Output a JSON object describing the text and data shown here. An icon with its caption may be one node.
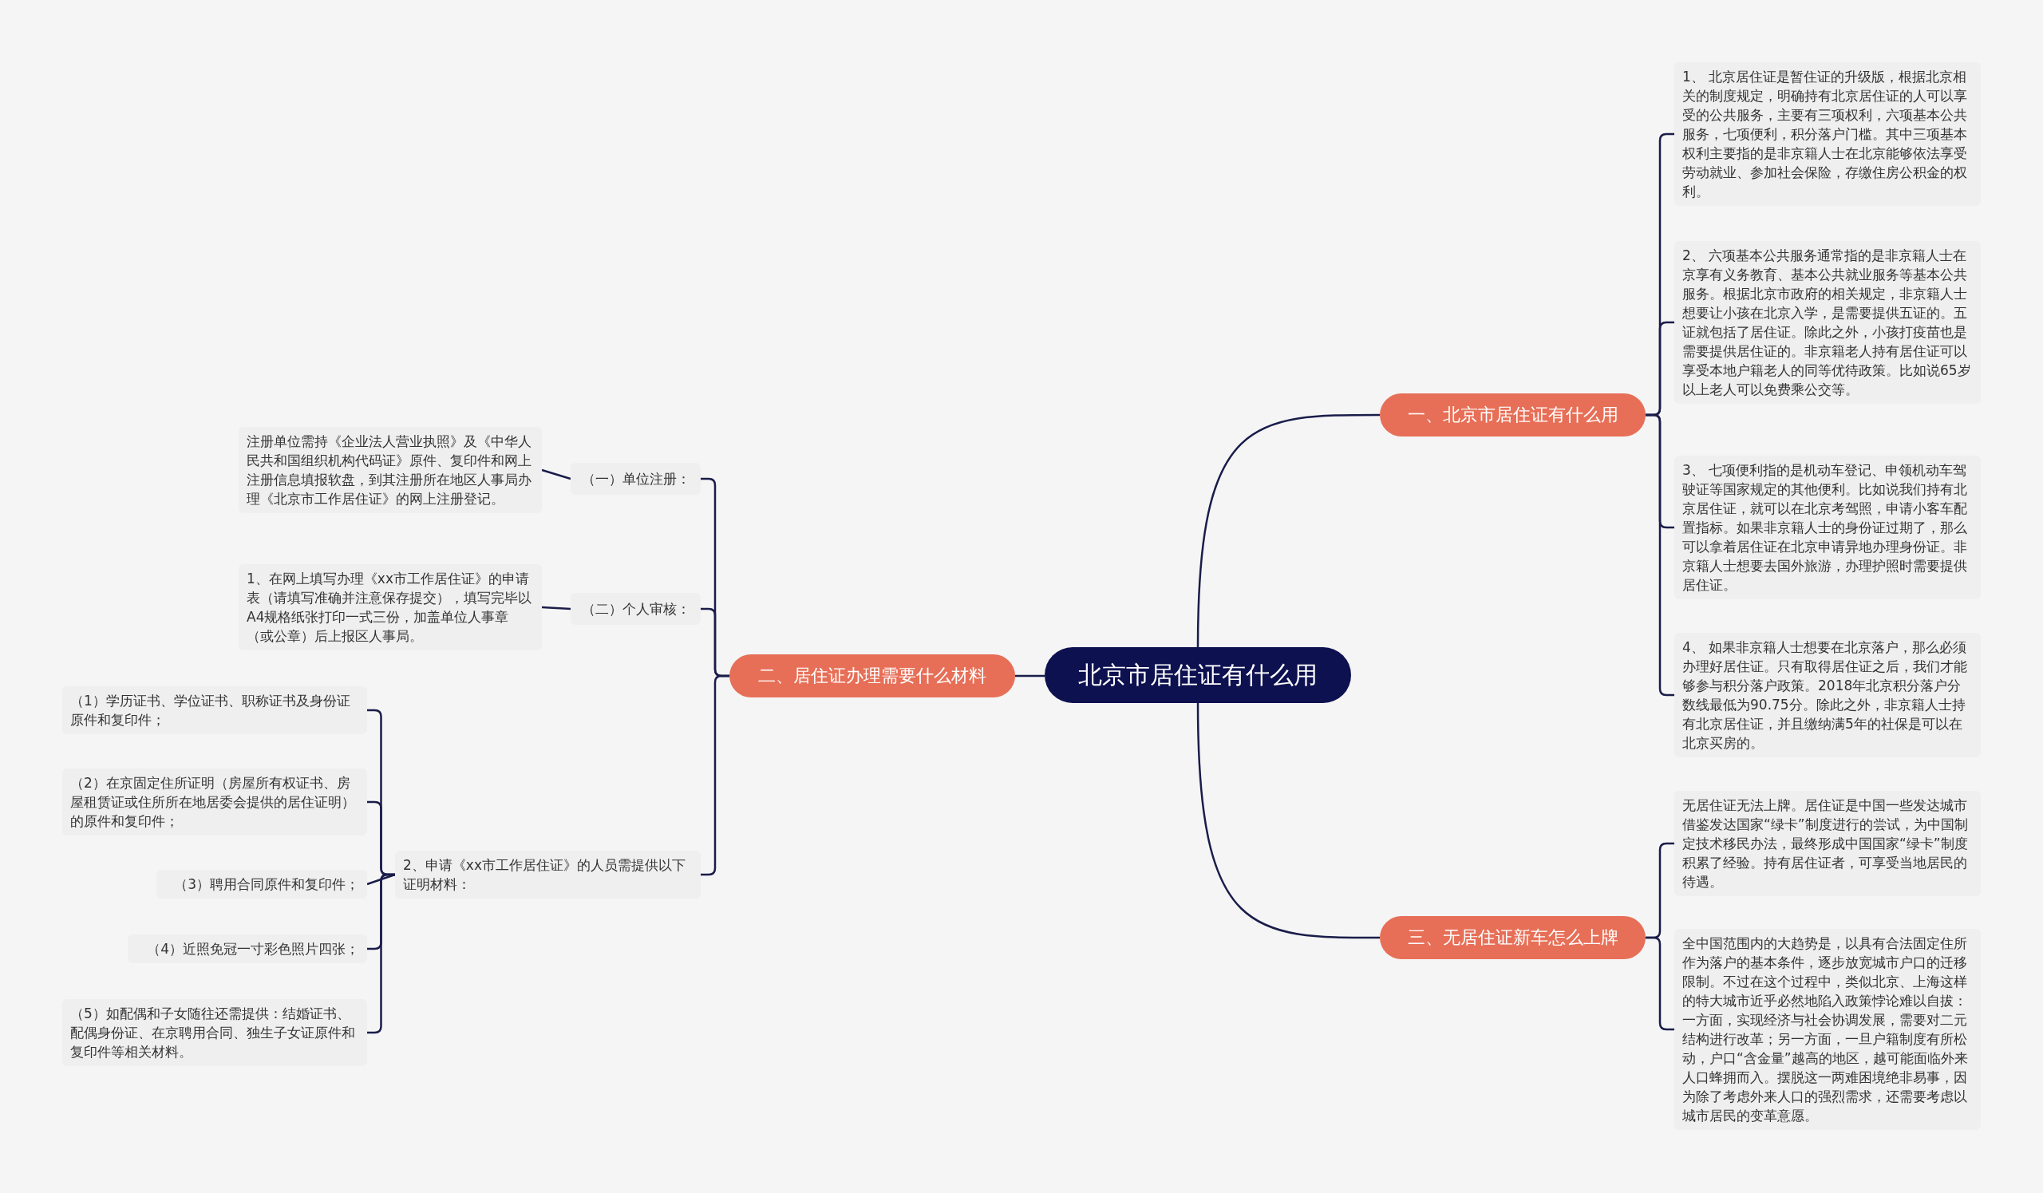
{
  "diagram": {
    "nodes": [
      {
        "text": [
          "北京市居住证有什么用"
        ]
      },
      {
        "text": [
          "一、北京市居住证有什么用"
        ]
      },
      {
        "text": [
          "1、 北京居住证是暂住证的升级版，根据北京相关的制度规定，明确持有北京居住证的人可以享受的公共服务，主要有三项权利，六项基本公共服务，七项便利，积分落户门槛。其中三项基本权利主要指的是非京籍人士在北京能够依法享受劳动就业、参加社会保险，存缴住房公积金的权利。"
        ]
      },
      {
        "text": [
          "2、 六项基本公共服务通常指的是非京籍人士在京享有义务教育、基本公共就业服务等基本公共服务。根据北京市政府的相关规定，非京籍人士想要让小孩在北京入学，是需要提供五证的。五证就包括了居住证。除此之外，小孩打疫苗也是需要提供居住证的。非京籍老人持有居住证可以享受本地户籍老人的同等优待政策。比如说65岁以上老人可以免费乘公交等。"
        ]
      },
      {
        "text": [
          "3、 七项便利指的是机动车登记、申领机动车驾驶证等国家规定的其他便利。比如说我们持有北京居住证，就可以在北京考驾照，申请小客车配置指标。如果非京籍人士的身份证过期了，那么可以拿着居住证在北京申请异地办理身份证。非京籍人士想要去国外旅游，办理护照时需要提供居住证。"
        ]
      },
      {
        "text": [
          "4、 如果非京籍人士想要在北京落户，那么必须办理好居住证。只有取得居住证之后，我们才能够参与积分落户政策。2018年北京积分落户分数线最低为90.75分。除此之外，非京籍人士持有北京居住证，并且缴纳满5年的社保是可以在北京买房的。"
        ]
      },
      {
        "text": [
          "二、居住证办理需要什么材料"
        ]
      },
      {
        "text": [
          "（一）单位注册："
        ]
      },
      {
        "text": [
          "注册单位需持《企业法人营业执照》及《中华人民共和国组织机构代码证》原件、复印件和网上注册信息填报软盘，到其注册所在地区人事局办理《北京市工作居住证》的网上注册登记。"
        ]
      },
      {
        "text": [
          "（二）个人审核："
        ]
      },
      {
        "text": [
          "1、在网上填写办理《xx市工作居住证》的申请表（请填写准确并注意保存提交），填写完毕以A4规格纸张打印一式三份，加盖单位人事章（或公章）后上报区人事局。"
        ]
      },
      {
        "text": [
          "2、申请《xx市工作居住证》的人员需提供以下证明材料："
        ]
      },
      {
        "text": [
          "（1）学历证书、学位证书、职称证书及身份证原件和复印件；"
        ]
      },
      {
        "text": [
          "（2）在京固定住所证明（房屋所有权证书、房屋租赁证或住所所在地居委会提供的居住证明）的原件和复印件；"
        ]
      },
      {
        "text": [
          "（3）聘用合同原件和复印件；"
        ]
      },
      {
        "text": [
          "（4）近照免冠一寸彩色照片四张；"
        ]
      },
      {
        "text": [
          "（5）如配偶和子女随往还需提供：结婚证书、配偶身份证、在京聘用合同、独生子女证原件和复印件等相关材料。"
        ]
      },
      {
        "text": [
          "三、无居住证新车怎么上牌"
        ]
      },
      {
        "text": [
          "无居住证无法上牌。居住证是中国一些发达城市借鉴发达国家“绿卡”制度进行的尝试，为中国制定技术移民办法，最终形成中国国家“绿卡”制度积累了经验。持有居住证者，可享受当地居民的待遇。"
        ]
      },
      {
        "text": [
          "全中国范围内的大趋势是，以具有合法固定住所作为落户的基本条件，逐步放宽城市户口的迁移限制。不过在这个过程中，类似北京、上海这样的特大城市近乎必然地陷入政策悖论难以自拔：一方面，实现经济与社会协调发展，需要对二元结构进行改革；另一方面，一旦户籍制度有所松动，户口“含金量”越高的地区，越可能面临外来人口蜂拥而入。摆脱这一两难困境绝非易事，因为除了考虑外来人口的强烈需求，还需要考虑以城市居民的变革意愿。"
        ]
      }
    ],
    "edges": [
      {
        "from": 0,
        "to": 1,
        "arrow": "none"
      },
      {
        "from": 1,
        "to": 2,
        "arrow": "none"
      },
      {
        "from": 1,
        "to": 3,
        "arrow": "none"
      },
      {
        "from": 1,
        "to": 4,
        "arrow": "none"
      },
      {
        "from": 1,
        "to": 5,
        "arrow": "none"
      },
      {
        "from": 0,
        "to": 6,
        "arrow": "none"
      },
      {
        "from": 6,
        "to": 7,
        "arrow": "none"
      },
      {
        "from": 7,
        "to": 8,
        "arrow": "none"
      },
      {
        "from": 6,
        "to": 9,
        "arrow": "none"
      },
      {
        "from": 9,
        "to": 10,
        "arrow": "none"
      },
      {
        "from": 6,
        "to": 11,
        "arrow": "none"
      },
      {
        "from": 11,
        "to": 12,
        "arrow": "none"
      },
      {
        "from": 11,
        "to": 13,
        "arrow": "none"
      },
      {
        "from": 11,
        "to": 14,
        "arrow": "none"
      },
      {
        "from": 11,
        "to": 15,
        "arrow": "none"
      },
      {
        "from": 11,
        "to": 16,
        "arrow": "none"
      },
      {
        "from": 0,
        "to": 17,
        "arrow": "none"
      },
      {
        "from": 17,
        "to": 18,
        "arrow": "none"
      },
      {
        "from": 17,
        "to": 19,
        "arrow": "none"
      }
    ]
  }
}
